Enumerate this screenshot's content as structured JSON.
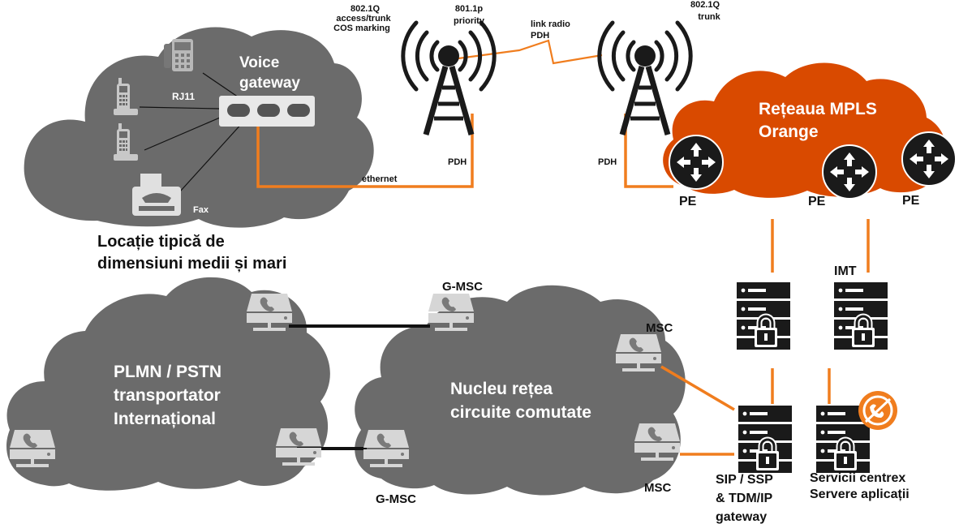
{
  "colors": {
    "cloud_gray": "#6b6b6b",
    "mpls_orange": "#d94a00",
    "link_orange": "#f07d1e",
    "device_light": "#d9d9d9",
    "device_dark": "#1a1a1a",
    "white": "#ffffff",
    "text_dark": "#111111"
  },
  "site": {
    "title_line1": "Voice",
    "title_line2": "gateway",
    "rj11_label": "RJ11",
    "fax_label": "Fax",
    "caption_line1": "Locație tipică de",
    "caption_line2": "dimensiuni medii și mari",
    "ethernet_label": "ethernet"
  },
  "radio": {
    "left_top_line1": "802.1Q",
    "left_top_line2": "access/trunk",
    "left_top_line3": "COS marking",
    "priority_line1": "801.1p",
    "priority_line2": "priority",
    "link_line1": "link radio",
    "link_line2": "PDH",
    "right_top_line1": "802.1Q",
    "right_top_line2": "trunk",
    "pdh_left": "PDH",
    "pdh_right": "PDH"
  },
  "mpls": {
    "title_line1": "Rețeaua MPLS",
    "title_line2": "Orange",
    "pe_labels": [
      "PE",
      "PE",
      "PE"
    ]
  },
  "plmn": {
    "line1": "PLMN / PSTN",
    "line2": "transportator",
    "line3": "Internațional"
  },
  "core": {
    "line1": "Nucleu rețea",
    "line2": "circuite comutate",
    "gmsc_top": "G-MSC",
    "gmsc_bottom": "G-MSC",
    "msc_top": "MSC",
    "msc_bottom": "MSC"
  },
  "servers": {
    "imt_label": "IMT",
    "sip_line1": "SIP / SSP",
    "sip_line2": "& TDM/IP",
    "sip_line3": "gateway",
    "centrex_line1": "Servicii centrex",
    "centrex_line2": "Servere aplicații"
  }
}
